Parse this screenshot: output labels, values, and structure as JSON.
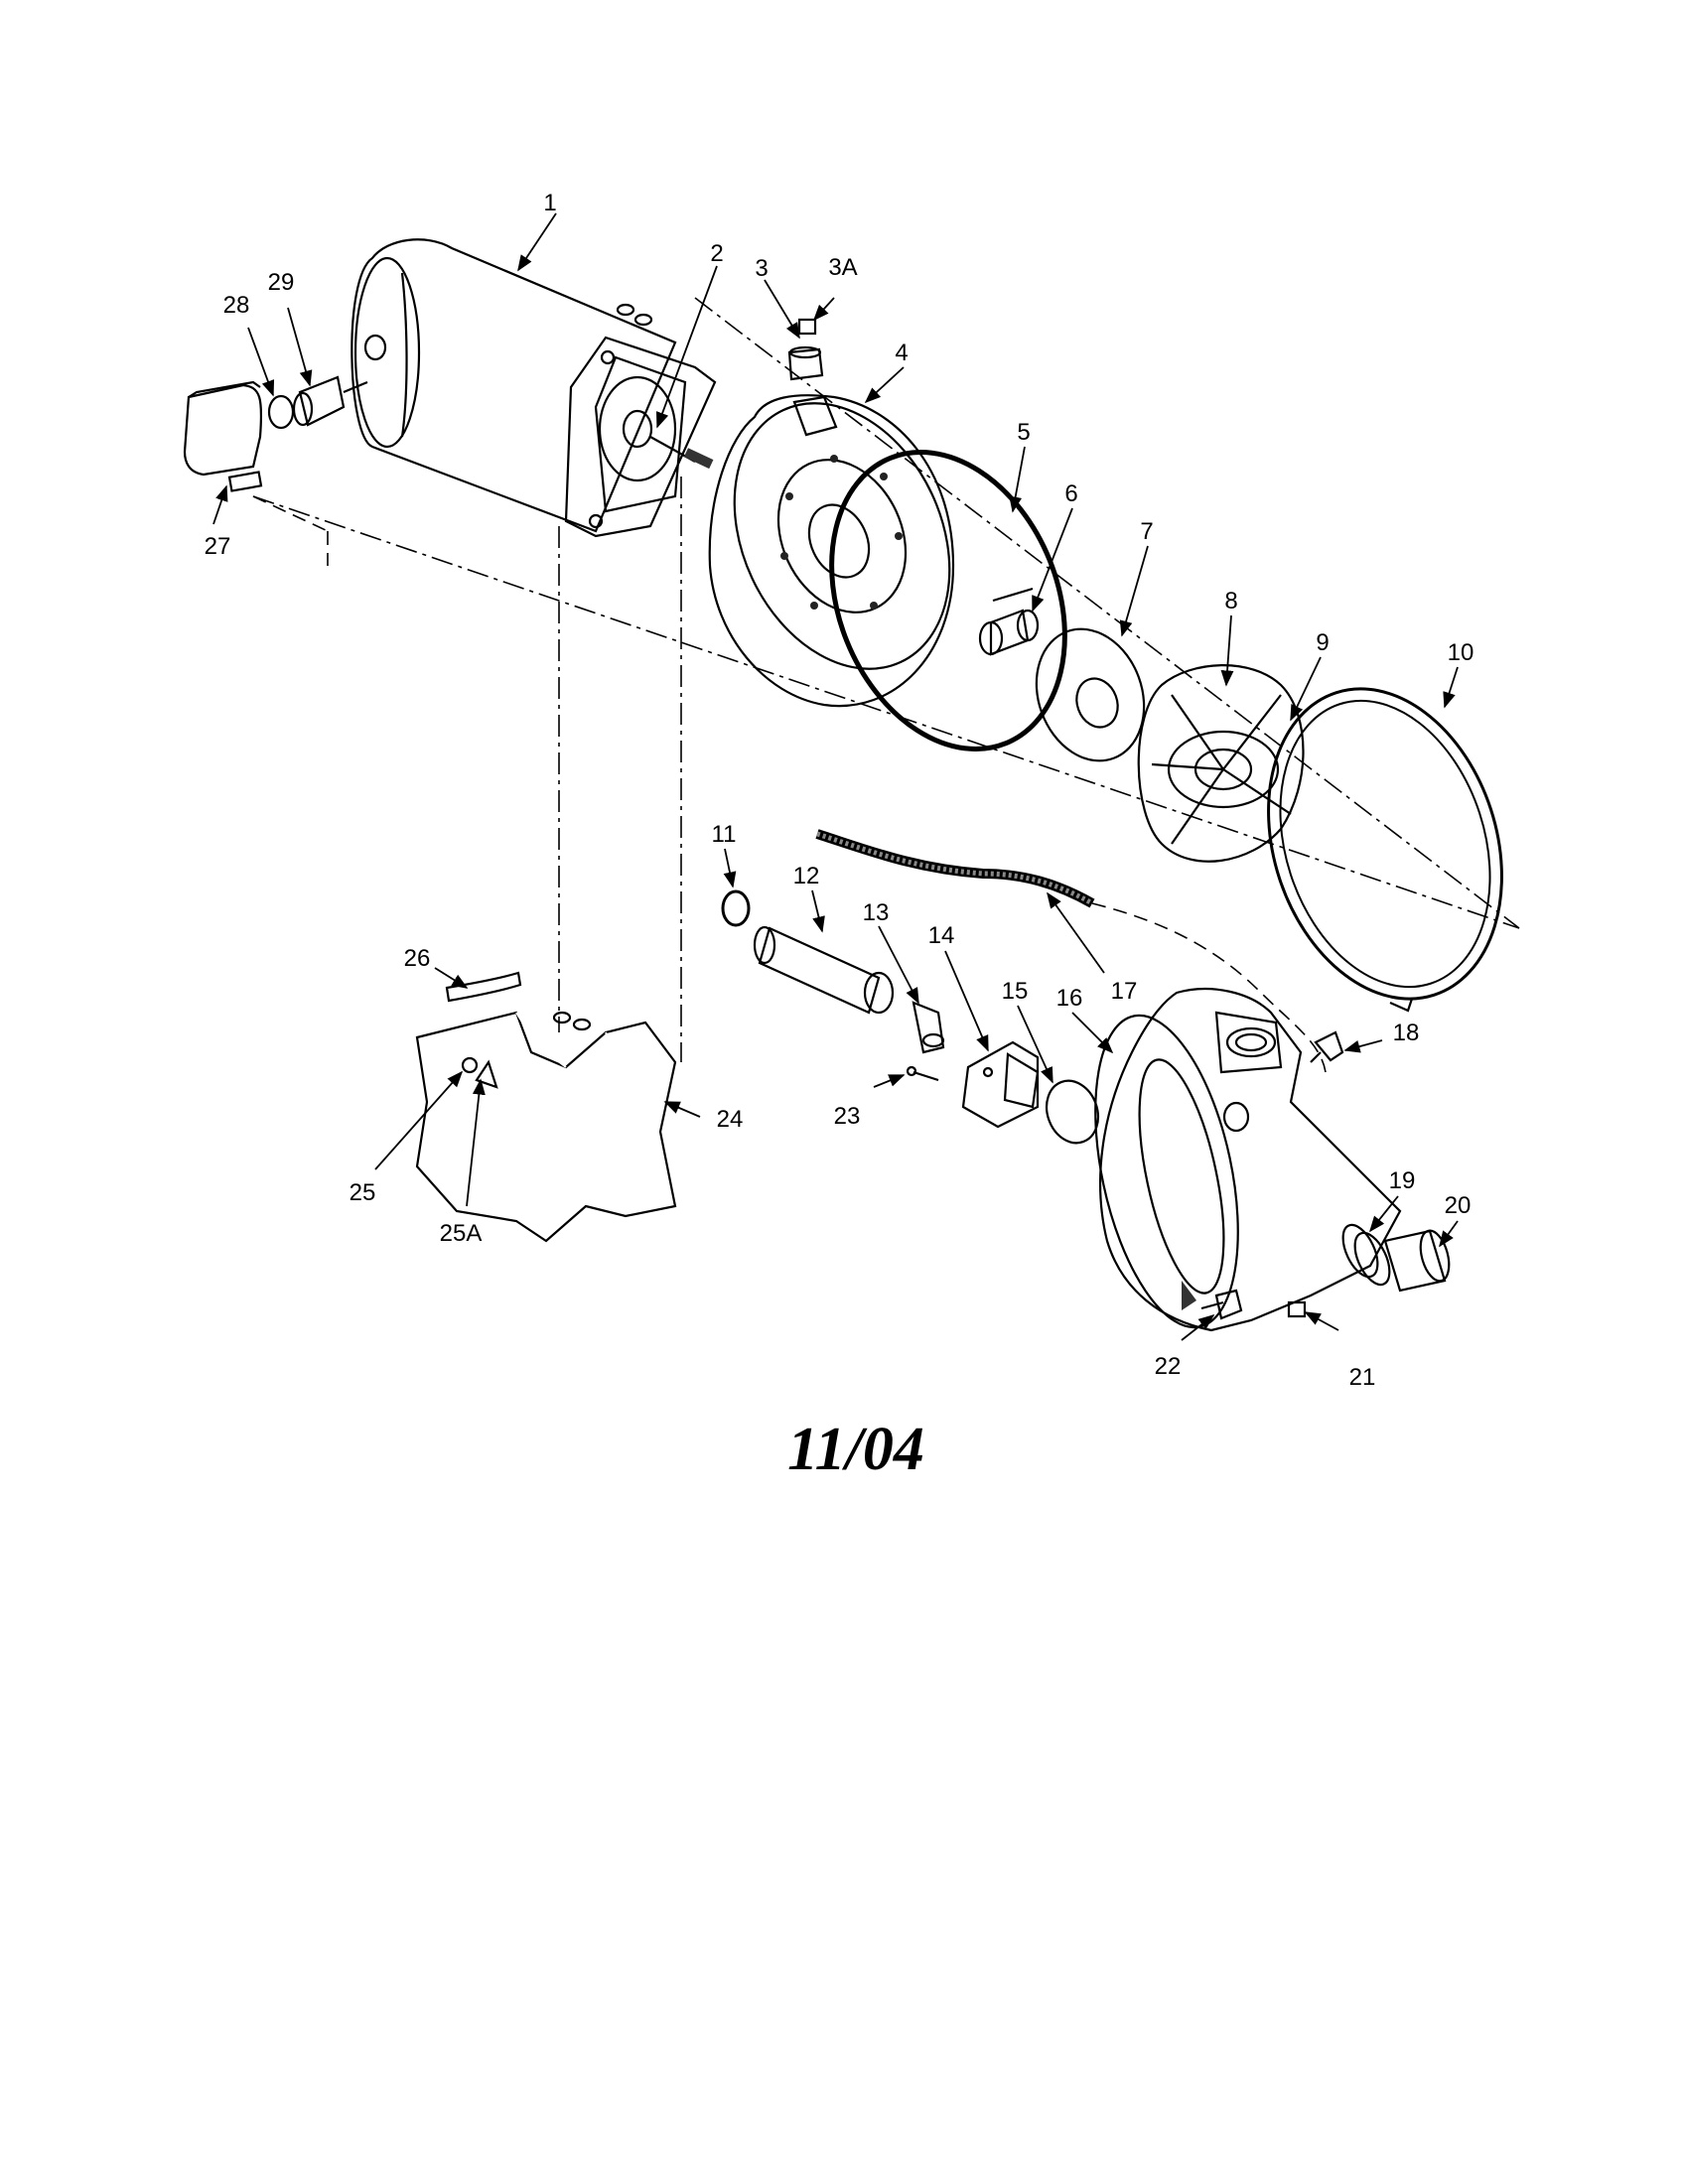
{
  "diagram": {
    "stamp": "11/04",
    "callouts": [
      {
        "id": "1",
        "text": "1"
      },
      {
        "id": "2",
        "text": "2"
      },
      {
        "id": "3",
        "text": "3"
      },
      {
        "id": "3A",
        "text": "3A"
      },
      {
        "id": "4",
        "text": "4"
      },
      {
        "id": "5",
        "text": "5"
      },
      {
        "id": "6",
        "text": "6"
      },
      {
        "id": "7",
        "text": "7"
      },
      {
        "id": "8",
        "text": "8"
      },
      {
        "id": "9",
        "text": "9"
      },
      {
        "id": "10",
        "text": "10"
      },
      {
        "id": "11",
        "text": "11"
      },
      {
        "id": "12",
        "text": "12"
      },
      {
        "id": "13",
        "text": "13"
      },
      {
        "id": "14",
        "text": "14"
      },
      {
        "id": "15",
        "text": "15"
      },
      {
        "id": "16",
        "text": "16"
      },
      {
        "id": "17",
        "text": "17"
      },
      {
        "id": "18",
        "text": "18"
      },
      {
        "id": "19",
        "text": "19"
      },
      {
        "id": "20",
        "text": "20"
      },
      {
        "id": "21",
        "text": "21"
      },
      {
        "id": "22",
        "text": "22"
      },
      {
        "id": "23",
        "text": "23"
      },
      {
        "id": "24",
        "text": "24"
      },
      {
        "id": "25",
        "text": "25"
      },
      {
        "id": "25A",
        "text": "25A"
      },
      {
        "id": "26",
        "text": "26"
      },
      {
        "id": "27",
        "text": "27"
      },
      {
        "id": "28",
        "text": "28"
      },
      {
        "id": "29",
        "text": "29"
      }
    ],
    "colors": {
      "ink": "#000000",
      "stipple": "#8a8a8a",
      "dark": "#1a1a1a",
      "paper": "#ffffff"
    }
  }
}
